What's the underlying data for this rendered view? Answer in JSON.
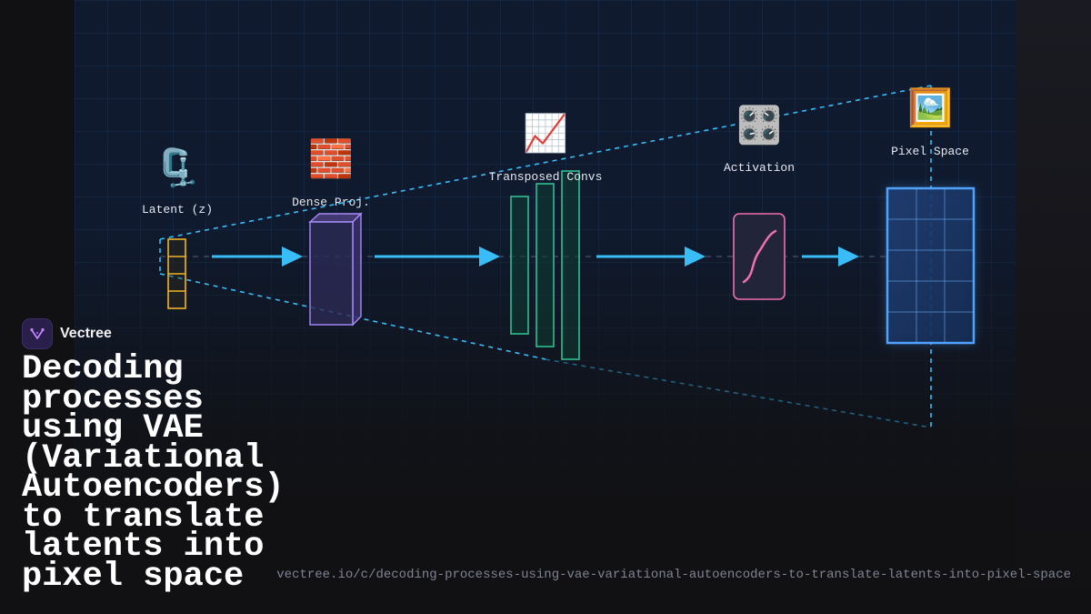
{
  "brand": {
    "name": "Vectree"
  },
  "title": "Decoding\nprocesses\nusing VAE\n(Variational\nAutoencoders)\nto translate\nlatents into\npixel space",
  "url": "vectree.io/c/decoding-processes-using-vae-variational-autoencoders-to-translate-latents-into-pixel-space",
  "stages": [
    {
      "label": "Latent (z)",
      "icon": "clamp-icon",
      "glyph": "🗜️",
      "color": "#f0b429"
    },
    {
      "label": "Dense Proj.",
      "icon": "bricks-icon",
      "glyph": "🧱",
      "color": "#a78bfa"
    },
    {
      "label": "Transposed Convs",
      "icon": "chart-increasing-icon",
      "glyph": "📈",
      "color": "#2fbf8f"
    },
    {
      "label": "Activation",
      "icon": "control-knobs-icon",
      "glyph": "🎛️",
      "color": "#f06fb0"
    },
    {
      "label": "Pixel Space",
      "icon": "framed-picture-icon",
      "glyph": "🖼️",
      "color": "#4da3ff"
    }
  ],
  "colors": {
    "arrow": "#38bdf8",
    "frustum": "#38bdf8",
    "background": "#111114"
  }
}
